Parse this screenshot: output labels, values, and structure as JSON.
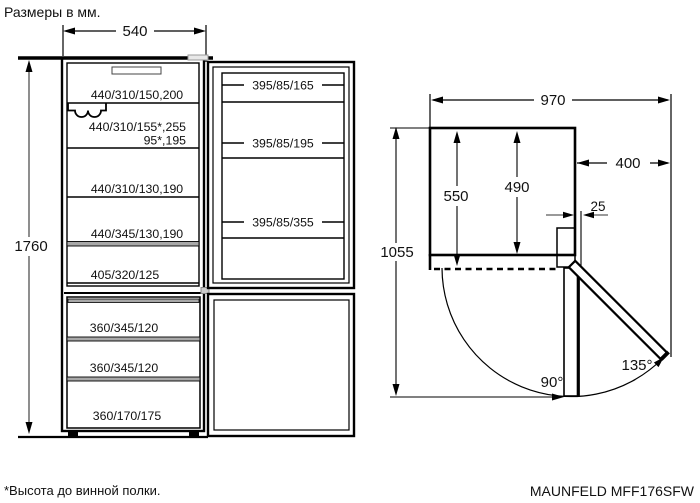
{
  "page": {
    "title": "Размеры в мм.",
    "footnote": "*Высота до винной полки.",
    "model": "MAUNFELD MFF176SFW"
  },
  "colors": {
    "line": "#000000",
    "gray_fill": "#a8a8a8"
  },
  "front_view": {
    "width": "540",
    "height": "1760",
    "shelf_1": "440/310/150,200",
    "shelf_2a": "440/310/155*,255",
    "shelf_2b": "95*,195",
    "shelf_3": "440/310/130,190",
    "shelf_4": "440/345/130,190",
    "shelf_5": "405/320/125",
    "freezer_1": "360/345/120",
    "freezer_2": "360/345/120",
    "freezer_3": "360/170/175",
    "door_shelf_1": "395/85/165",
    "door_shelf_2": "395/85/195",
    "door_shelf_3": "395/85/355"
  },
  "top_view": {
    "total_width": "970",
    "door_width": "400",
    "depth_total": "550",
    "depth_cabinet": "490",
    "side_clearance": "25",
    "depth_door_open": "1055",
    "angle_min": "90°",
    "angle_max": "135°"
  }
}
